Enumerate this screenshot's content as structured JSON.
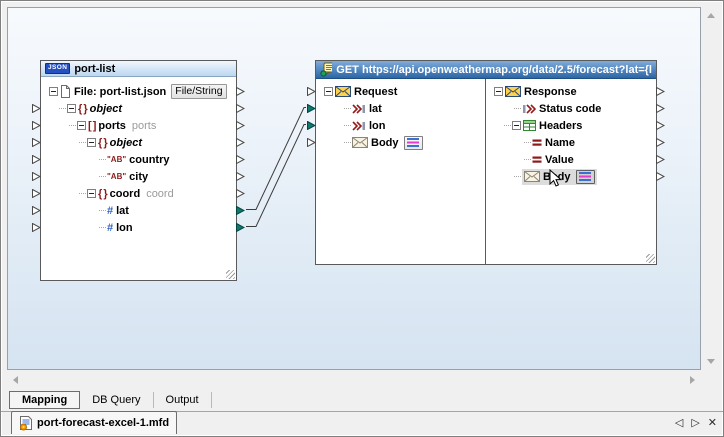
{
  "colors": {
    "selected_title": "#2e66a5",
    "unselected_title": "#bcd7f0",
    "connector_filled": "#0c7a6e",
    "item_maroon": "#8b1b1b",
    "number_blue": "#2e62c8"
  },
  "left_component": {
    "title": "port-list",
    "type_badge": "JSON",
    "rows": [
      {
        "name": "file",
        "depth": 0,
        "expand": true,
        "icon": "page",
        "label": "File: port-list.json",
        "button": "File/String",
        "input": "none",
        "output": "open"
      },
      {
        "name": "object",
        "depth": 1,
        "expand": true,
        "icon": "braces",
        "icon_text": "{ }",
        "label": "object",
        "italic": true,
        "input": "open",
        "output": "open"
      },
      {
        "name": "ports",
        "depth": 2,
        "expand": true,
        "icon": "brackets",
        "icon_text": "[ ]",
        "label": "ports",
        "annotation": "ports",
        "input": "open",
        "output": "open"
      },
      {
        "name": "object2",
        "depth": 3,
        "expand": true,
        "icon": "braces",
        "icon_text": "{ }",
        "label": "object",
        "italic": true,
        "input": "open",
        "output": "open"
      },
      {
        "name": "country",
        "depth": 4,
        "expand": false,
        "icon": "ab",
        "icon_text": "\"AB\"",
        "label": "country",
        "input": "open",
        "output": "open"
      },
      {
        "name": "city",
        "depth": 4,
        "expand": false,
        "icon": "ab",
        "icon_text": "\"AB\"",
        "label": "city",
        "input": "open",
        "output": "open"
      },
      {
        "name": "coord",
        "depth": 3,
        "expand": true,
        "icon": "braces",
        "icon_text": "{ }",
        "label": "coord",
        "annotation": "coord",
        "input": "open",
        "output": "open"
      },
      {
        "name": "lat",
        "depth": 4,
        "expand": false,
        "icon": "num",
        "icon_text": "#",
        "label": "lat",
        "input": "open",
        "output": "filled"
      },
      {
        "name": "lon",
        "depth": 4,
        "expand": false,
        "icon": "num",
        "icon_text": "#",
        "label": "lon",
        "input": "open",
        "output": "filled"
      }
    ]
  },
  "ws_component": {
    "title": "GET https://api.openweathermap.org/data/2.5/forecast?lat={l",
    "request_rows": [
      {
        "name": "request",
        "depth": 0,
        "expand": true,
        "icon": "envelope",
        "label": "Request",
        "input": "open"
      },
      {
        "name": "lat",
        "depth": 1,
        "expand": false,
        "icon": "param-in",
        "label": "lat",
        "input": "filled"
      },
      {
        "name": "lon",
        "depth": 1,
        "expand": false,
        "icon": "param-in",
        "label": "lon",
        "input": "filled"
      },
      {
        "name": "body",
        "depth": 1,
        "expand": false,
        "icon": "envelope-plain",
        "label": "Body",
        "button_icon": true,
        "input": "open"
      }
    ],
    "response_rows": [
      {
        "name": "response",
        "depth": 0,
        "expand": true,
        "icon": "envelope",
        "label": "Response",
        "output": "open"
      },
      {
        "name": "status-code",
        "depth": 1,
        "expand": false,
        "icon": "param-out",
        "label": "Status code",
        "output": "open"
      },
      {
        "name": "headers",
        "depth": 1,
        "expand": true,
        "icon": "table",
        "label": "Headers",
        "output": "open"
      },
      {
        "name": "name",
        "depth": 2,
        "expand": false,
        "icon": "equals",
        "label": "Name",
        "output": "open"
      },
      {
        "name": "value",
        "depth": 2,
        "expand": false,
        "icon": "equals",
        "label": "Value",
        "output": "open"
      },
      {
        "name": "body",
        "depth": 1,
        "expand": false,
        "icon": "envelope-plain",
        "label": "Body",
        "button_icon": true,
        "selected": true,
        "output": "open"
      }
    ]
  },
  "connections": [
    {
      "from": "port-list.lat",
      "to": "request.lat"
    },
    {
      "from": "port-list.lon",
      "to": "request.lon"
    }
  ],
  "view_tabs": [
    {
      "label": "Mapping",
      "active": true
    },
    {
      "label": "DB Query",
      "active": false
    },
    {
      "label": "Output",
      "active": false
    }
  ],
  "document_tab": {
    "label": "port-forecast-excel-1.mfd"
  },
  "nav": {
    "prev": "◁",
    "next": "▷",
    "close": "✕"
  }
}
